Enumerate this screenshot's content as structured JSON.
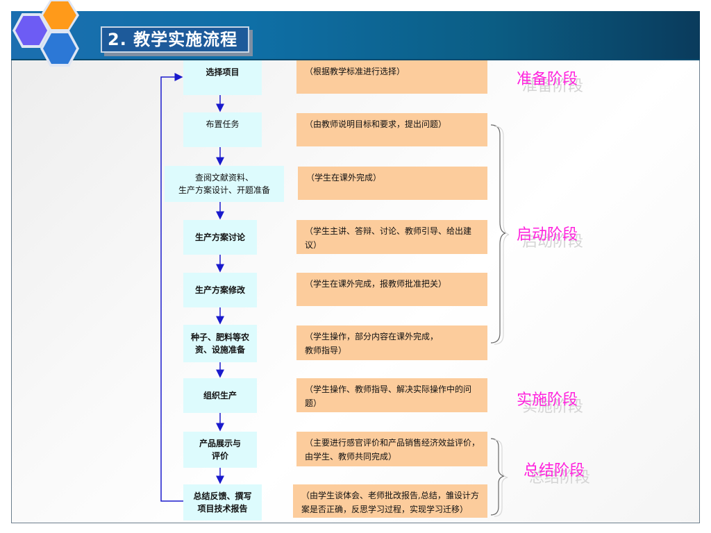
{
  "title": "2. 教学实施流程",
  "steps": [
    {
      "label": "选择项目"
    },
    {
      "label": "布置任务"
    },
    {
      "label": "查阅文献资料、\n生产方案设计、开题准备"
    },
    {
      "label": "生产方案讨论"
    },
    {
      "label": "生产方案修改"
    },
    {
      "label": "种子、肥料等农\n资、设施准备"
    },
    {
      "label": "组织生产"
    },
    {
      "label": "产品展示与\n评价"
    },
    {
      "label": "总结反馈、撰写\n项目技术报告"
    }
  ],
  "notes": [
    {
      "text": "（根据教学标准进行选择）"
    },
    {
      "text": "（由教师说明目标和要求，提出问题）"
    },
    {
      "text": "（学生在课外完成）"
    },
    {
      "text": "（学生主讲、答辩、讨论、教师引导、给出建议）"
    },
    {
      "text": "（学生在课外完成，报教师批准把关）"
    },
    {
      "text": "（学生操作，部分内容在课外完成，\n教师指导）"
    },
    {
      "text": "（学生操作、教师指导、解决实际操作中的问题）"
    },
    {
      "text": "（主要进行感官评价和产品销售经济效益评价，由学生、教师共同完成）"
    },
    {
      "text": "（由学生谈体会、老师批改报告,总结，雏设计方案是否正确，反思学习过程，实现学习迁移）"
    }
  ],
  "stages": [
    {
      "label": "准备阶段"
    },
    {
      "label": "启动阶段"
    },
    {
      "label": "实施阶段"
    },
    {
      "label": "总结阶段"
    }
  ],
  "colors": {
    "header": "#0f6fa6",
    "step_fill": "#ddfbfd",
    "note_fill": "#fccc9c",
    "stage_text": "#ff22dd",
    "arrow": "#1a1acc"
  }
}
